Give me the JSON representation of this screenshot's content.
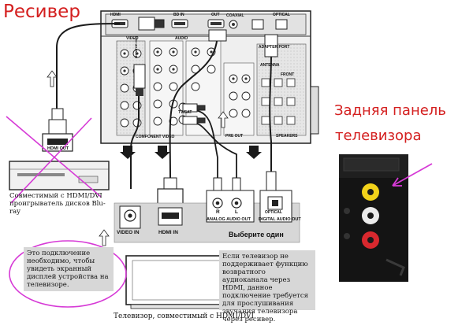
{
  "titles": {
    "receiver": "Ресивер",
    "tv_panel_line1": "Задняя панель",
    "tv_panel_line2": "телевизора"
  },
  "receiver_panel": {
    "hdmi": "HDMI",
    "bd_in": "BD IN",
    "out": "OUT",
    "coaxial": "COAXIAL",
    "optical": "OPTICAL",
    "video": "VIDEO",
    "audio": "AUDIO",
    "monitor_out": "MONITOR OUT",
    "component_video": "COMPONENT VIDEO",
    "antenna": "ANTENNA",
    "adapter_port": "ADAPTER PORT",
    "front": "FRONT",
    "speakers": "SPEAKERS",
    "tv_sat": "TV/SAT",
    "pre_out": "PRE OUT"
  },
  "bluray": {
    "hdmi_out": "HDMI OUT",
    "caption": "Совместимый с HDMI/DVI проигрыватель дисков Blu-ray"
  },
  "tv_ports": {
    "video_in": "VIDEO IN",
    "hdmi_in": "HDMI IN",
    "r": "R",
    "l": "L",
    "analog_audio_out": "ANALOG AUDIO OUT",
    "optical": "OPTICAL",
    "digital_audio_out": "DIGITAL AUDIO OUT",
    "choose_one": "Выберите один"
  },
  "notes": {
    "left": "Это подключение необходимо, чтобы увидеть экранный дисплей устройства на телевизоре.",
    "right": "Если телевизор не поддерживает функцию возвратного аудиоканала через HDMI, данное подключение требуется для прослушивания звучания телевизора через ресивер."
  },
  "tv": {
    "caption": "Телевизор, совместимый с HDMI/DVI"
  },
  "colors": {
    "red_annotation": "#d41f1f",
    "magenta_annotation": "#d63ad6",
    "yellow_jack": "#f2d21a",
    "red_jack": "#d8282e"
  }
}
